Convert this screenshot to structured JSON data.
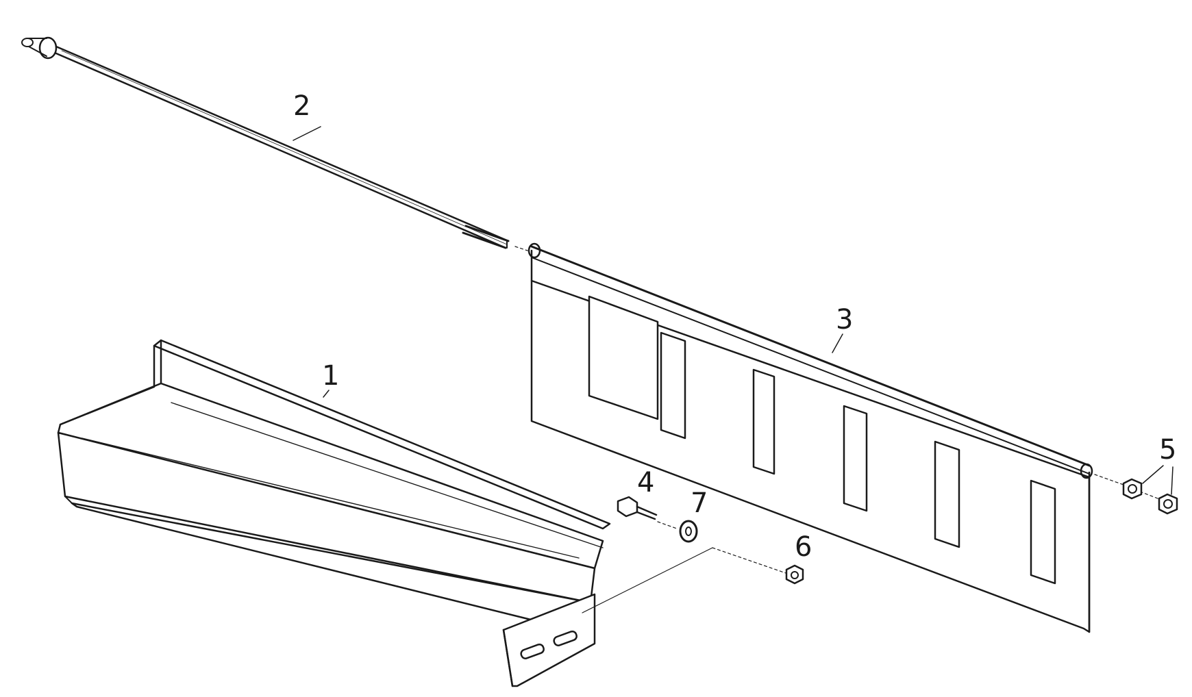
{
  "diagram": {
    "type": "exploded-parts-drawing",
    "colors": {
      "ink": "#1a1a1a",
      "paper": "#ffffff"
    },
    "callouts": [
      {
        "id": "1",
        "label": "1",
        "part": "step-plate"
      },
      {
        "id": "2",
        "label": "2",
        "part": "rod"
      },
      {
        "id": "3",
        "label": "3",
        "part": "mud-flap"
      },
      {
        "id": "4",
        "label": "4",
        "part": "bolt"
      },
      {
        "id": "5",
        "label": "5",
        "part": "cap-nuts"
      },
      {
        "id": "6",
        "label": "6",
        "part": "nut"
      },
      {
        "id": "7",
        "label": "7",
        "part": "washer"
      }
    ]
  }
}
